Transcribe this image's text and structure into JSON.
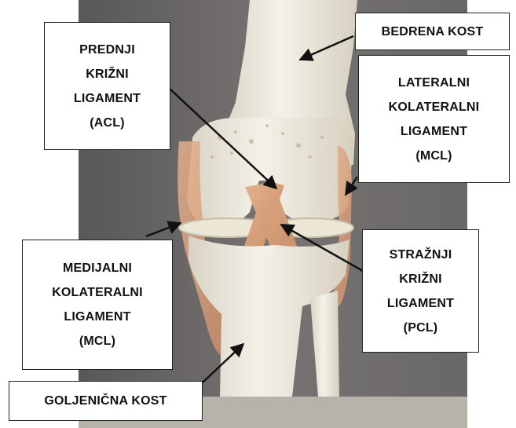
{
  "image": {
    "subject": "knee joint skeleton model with ligaments",
    "colors": {
      "background_gray": "#6b6868",
      "bone": "#ece8dc",
      "ligament": "#d9a27a",
      "label_border": "#222222",
      "arrow": "#111111"
    }
  },
  "labels": {
    "acl": [
      "PREDNJI",
      "KRIŽNI",
      "LIGAMENT",
      "(ACL)"
    ],
    "femur": [
      "BEDRENA KOST"
    ],
    "lcl": [
      "LATERALNI",
      "KOLATERALNI",
      "LIGAMENT",
      "(MCL)"
    ],
    "mcl": [
      "MEDIJALNI",
      "KOLATERALNI",
      "LIGAMENT",
      "(MCL)"
    ],
    "pcl": [
      "STRAŽNJI",
      "KRIŽNI",
      "LIGAMENT",
      "(PCL)"
    ],
    "tibia": [
      "GOLJENIČNA KOST"
    ]
  },
  "icons": [
    "arrow-icon"
  ]
}
